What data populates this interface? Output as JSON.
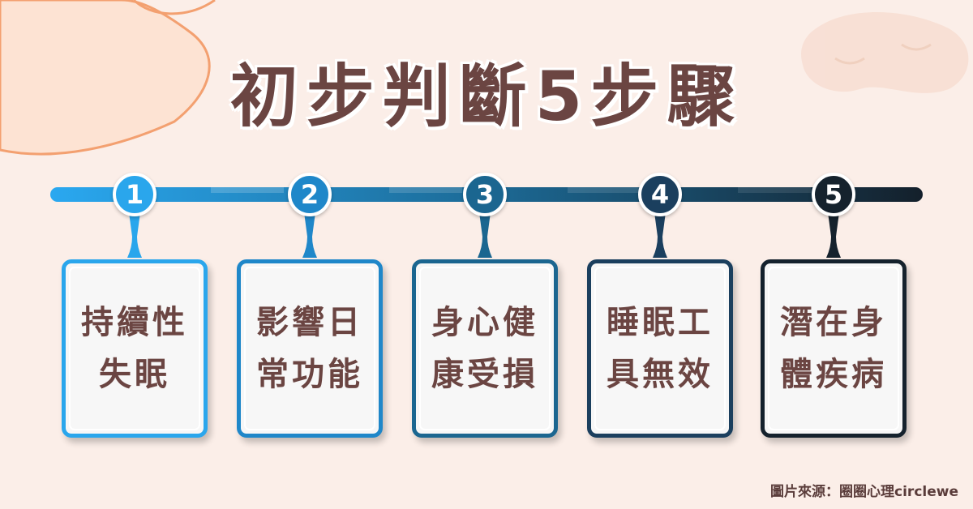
{
  "title": "初步判斷5步驟",
  "colors": {
    "background": "#fbeee8",
    "text": "#6b4542",
    "line_start": "#2aa8f0",
    "line_end": "#14202b"
  },
  "steps": [
    {
      "number": "1",
      "label": "持續性失眠",
      "color": "#2aa6ec"
    },
    {
      "number": "2",
      "label": "影響日常功能",
      "color": "#1f87c9"
    },
    {
      "number": "3",
      "label": "身心健康受損",
      "color": "#1b6690"
    },
    {
      "number": "4",
      "label": "睡眠工具無效",
      "color": "#1b3f5e"
    },
    {
      "number": "5",
      "label": "潛在身體疾病",
      "color": "#15222d"
    }
  ],
  "credit": "圖片來源：圈圈心理circlewe"
}
